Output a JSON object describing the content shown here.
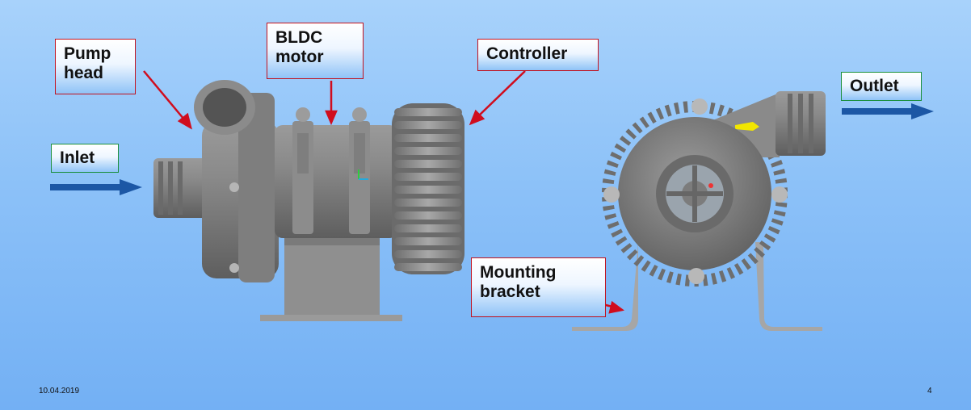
{
  "labels": {
    "pump_head": "Pump\nhead",
    "bldc_motor": "BLDC\nmotor",
    "controller": "Controller",
    "inlet": "Inlet",
    "outlet": "Outlet",
    "mounting_bracket": "Mounting\nbracket"
  },
  "footer": {
    "date": "10.04.2019",
    "page_number": "4"
  },
  "colors": {
    "label_border_red": "#c1121f",
    "label_border_green": "#1a8f3c",
    "arrow_red": "#d00d1e",
    "flow_arrow_blue": "#1c57a5",
    "pump_gray": "#808080"
  }
}
